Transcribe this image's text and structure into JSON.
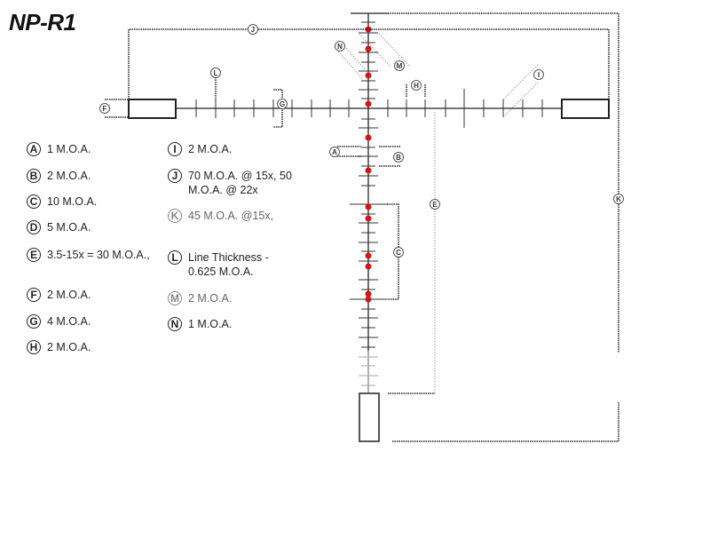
{
  "title": "NP-R1",
  "legend": [
    {
      "key": "A",
      "text": "1 M.O.A."
    },
    {
      "key": "B",
      "text": "2 M.O.A."
    },
    {
      "key": "C",
      "text": "10 M.O.A."
    },
    {
      "key": "D",
      "text": "5 M.O.A."
    },
    {
      "key": "E",
      "text": "3.5-15x = 30 M.O.A.,"
    },
    {
      "key": "F",
      "text": "2 M.O.A."
    },
    {
      "key": "G",
      "text": "4 M.O.A."
    },
    {
      "key": "H",
      "text": "2 M.O.A."
    },
    {
      "key": "I",
      "text": "2 M.O.A."
    },
    {
      "key": "J",
      "text": "70 M.O.A. @ 15x, 50\nM.O.A. @ 22x"
    },
    {
      "key": "K",
      "text": "45 M.O.A. @15x,"
    },
    {
      "key": "L",
      "text": "Line Thickness -\n0.625 M.O.A."
    },
    {
      "key": "M",
      "text": "2 M.O.A."
    },
    {
      "key": "N",
      "text": "1 M.O.A."
    }
  ],
  "diagram_labels": {
    "A": "A",
    "B": "B",
    "C": "C",
    "E": "E",
    "F": "F",
    "G": "G",
    "H": "H",
    "I": "I",
    "J": "J",
    "K": "K",
    "L": "L",
    "M": "M",
    "N": "N"
  },
  "colors": {
    "line": "#222222",
    "dot": "#d01818",
    "faded": "#aaaaaa"
  }
}
